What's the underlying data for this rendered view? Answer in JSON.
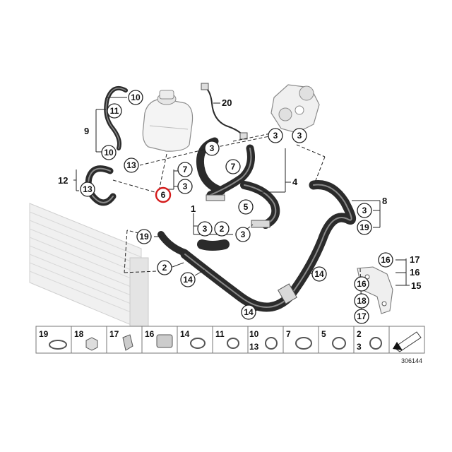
{
  "diagram": {
    "doc_number": "306144",
    "highlight_color": "#d41b1b",
    "callouts": [
      {
        "id": "c10a",
        "label": "10"
      },
      {
        "id": "c11",
        "label": "11"
      },
      {
        "id": "c10b",
        "label": "10"
      },
      {
        "id": "c13a",
        "label": "13"
      },
      {
        "id": "c13b",
        "label": "13"
      },
      {
        "id": "c7a",
        "label": "7"
      },
      {
        "id": "c3a",
        "label": "3"
      },
      {
        "id": "c6",
        "label": "6"
      },
      {
        "id": "c3b",
        "label": "3"
      },
      {
        "id": "c7b",
        "label": "7"
      },
      {
        "id": "c3c",
        "label": "3"
      },
      {
        "id": "c3d",
        "label": "3"
      },
      {
        "id": "c5",
        "label": "5"
      },
      {
        "id": "c3e",
        "label": "3"
      },
      {
        "id": "c2a",
        "label": "2"
      },
      {
        "id": "c3f",
        "label": "3"
      },
      {
        "id": "c19a",
        "label": "19"
      },
      {
        "id": "c2b",
        "label": "2"
      },
      {
        "id": "c14a",
        "label": "14"
      },
      {
        "id": "c14b",
        "label": "14"
      },
      {
        "id": "c14c",
        "label": "14"
      },
      {
        "id": "c3g",
        "label": "3"
      },
      {
        "id": "c19b",
        "label": "19"
      },
      {
        "id": "c16a",
        "label": "16"
      },
      {
        "id": "c16b",
        "label": "16"
      },
      {
        "id": "c18",
        "label": "18"
      },
      {
        "id": "c17",
        "label": "17"
      }
    ],
    "plain_labels": [
      {
        "id": "p9",
        "label": "9"
      },
      {
        "id": "p12",
        "label": "12"
      },
      {
        "id": "p20",
        "label": "20"
      },
      {
        "id": "p4",
        "label": "4"
      },
      {
        "id": "p8",
        "label": "8"
      },
      {
        "id": "p1",
        "label": "1"
      },
      {
        "id": "p17",
        "label": "17"
      },
      {
        "id": "p16",
        "label": "16"
      },
      {
        "id": "p15",
        "label": "15"
      }
    ],
    "parts_tray": [
      {
        "top": "19",
        "bottom": ""
      },
      {
        "top": "18",
        "bottom": ""
      },
      {
        "top": "17",
        "bottom": ""
      },
      {
        "top": "16",
        "bottom": ""
      },
      {
        "top": "14",
        "bottom": ""
      },
      {
        "top": "11",
        "bottom": ""
      },
      {
        "top": "10",
        "bottom": "13"
      },
      {
        "top": "7",
        "bottom": ""
      },
      {
        "top": "5",
        "bottom": ""
      },
      {
        "top": "2",
        "bottom": "3"
      },
      {
        "top": "",
        "bottom": ""
      }
    ]
  }
}
